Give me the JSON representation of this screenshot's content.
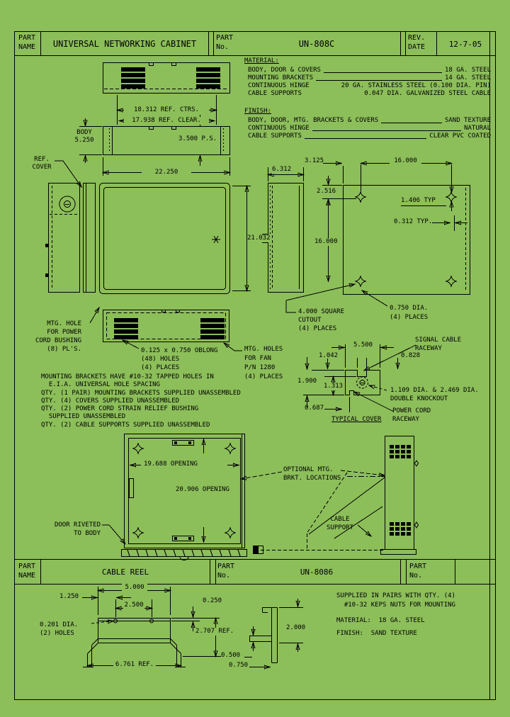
{
  "colors": {
    "background": "#8cbe5a",
    "ink": "#000000"
  },
  "title_block": {
    "part_name_label": "PART\nNAME",
    "part_name": "UNIVERSAL NETWORKING CABINET",
    "part_no_label": "PART\nNo.",
    "part_no": "UN-808C",
    "rev_date_label": "REV.\nDATE",
    "rev_date": "12-7-05"
  },
  "material": {
    "heading": "MATERIAL:",
    "rows": [
      {
        "item": "BODY, DOOR & COVERS",
        "value": "18 GA. STEEL"
      },
      {
        "item": "MOUNTING BRACKETS",
        "value": "14 GA. STEEL"
      },
      {
        "item": "CONTINUOUS HINGE",
        "value": "20 GA. STAINLESS STEEL (0.100 DIA. PIN)"
      },
      {
        "item": "CABLE SUPPORTS",
        "value": "0.047 DIA. GALVANIZED STEEL CABLE"
      }
    ]
  },
  "finish": {
    "heading": "FINISH:",
    "rows": [
      {
        "item": "BODY, DOOR, MTG. BRACKETS & COVERS",
        "value": "SAND TEXTURE"
      },
      {
        "item": "CONTINUOUS HINGE",
        "value": "NATURAL"
      },
      {
        "item": "CABLE SUPPORTS",
        "value": "CLEAR PVC COATED"
      }
    ]
  },
  "cabinet": {
    "dim_ref_ctrs": "18.312 REF. CTRS.",
    "dim_ref_clear": "17.938 REF. CLEAR.",
    "body_label": "BODY\n5.250",
    "dim_ps": "3.500 P.S.",
    "dim_width": "22.250",
    "ref_cover": "REF.\nCOVER",
    "dim_height": "21.032",
    "dim_depth": "6.312",
    "back_dim_3125": "3.125",
    "back_dim_16000_h": "16.000",
    "back_dim_2516": "2.516",
    "back_dim_1406": "1.406 TYP",
    "back_dim_0312": "0.312 TYP.",
    "back_dim_16000_v": "16.000",
    "square_cutout": "4.000 SQUARE\nCUTOUT\n(4) PLACES",
    "corner_holes": "0.750 DIA.\n(4) PLACES",
    "power_bushing": "MTG. HOLE\nFOR POWER\nCORD BUSHING\n(8) PL'S.",
    "oblong_holes": "0.125 x 0.750 OBLONG\n(48) HOLES\n(4) PLACES",
    "fan_holes": "MTG. HOLES\nFOR FAN\nP/N 1280\n(4) PLACES"
  },
  "cover_detail": {
    "dim_5500": "5.500",
    "dim_1042": "1.042",
    "dim_0828": "0.828",
    "dim_1900": "1.900",
    "dim_1313": "1.313",
    "dim_0687": "0.687",
    "signal_raceway": "SIGNAL CABLE\nRACEWAY",
    "knockout": "1.109 DIA. & 2.469 DIA.\nDOUBLE KNOCKOUT",
    "power_raceway": "POWER CORD\nRACEWAY",
    "caption": "TYPICAL COVER"
  },
  "notes": "MOUNTING BRACKETS HAVE #10-32 TAPPED HOLES IN\n  E.I.A. UNIVERSAL HOLE SPACING\nQTY. (1 PAIR) MOUNTING BRACKETS SUPPLIED UNASSEMBLED\nQTY. (4) COVERS SUPPLIED UNASSEMBLED\nQTY. (2) POWER CORD STRAIN RELIEF BUSHING\n  SUPPLIED UNASSEMBLED\nQTY. (2) CABLE SUPPORTS SUPPLIED UNASSEMBLED",
  "door_view": {
    "opening_w": "19.688 OPENING",
    "opening_h": "20.906 OPENING",
    "door_riveted": "DOOR RIVETED\nTO BODY",
    "optional_brkt": "OPTIONAL MTG.\nBRKT. LOCATIONS",
    "cable_support": "CABLE\nSUPPORT"
  },
  "reel_block": {
    "part_name_label": "PART\nNAME",
    "part_name": "CABLE REEL",
    "part_no_label": "PART\nNo.",
    "part_no": "UN-8086",
    "part_no2_label": "PART\nNo.",
    "part_no2": ""
  },
  "reel": {
    "dim_5000": "5.000",
    "dim_1250": "1.250",
    "dim_2500": "2.500",
    "dim_0250": "0.250",
    "holes": "0.201 DIA.\n(2) HOLES",
    "dim_2707": "2.707 REF.",
    "dim_6761": "6.761 REF.",
    "dim_0500": "0.500",
    "dim_0750": "0.750",
    "dim_2000": "2.000",
    "note": "SUPPLIED IN PAIRS WITH QTY. (4)\n  #10-32 KEPS NUTS FOR MOUNTING",
    "material": "MATERIAL:  18 GA. STEEL",
    "finish": "FINISH:  SAND TEXTURE"
  }
}
